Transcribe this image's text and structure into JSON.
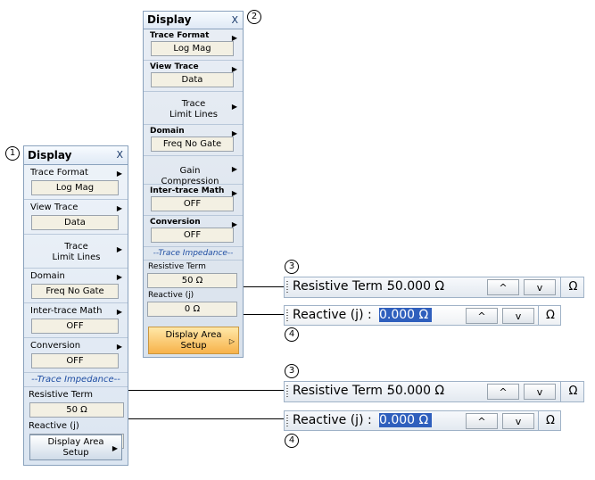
{
  "callouts": {
    "one": "1",
    "two": "2",
    "three_a": "3",
    "three_b": "3",
    "four_a": "4",
    "four_b": "4"
  },
  "panel_common": {
    "title": "Display",
    "close": "X",
    "trace_format_label": "Trace Format",
    "trace_format_value": "Log Mag",
    "view_trace_label": "View Trace",
    "view_trace_value": "Data",
    "trace_limit_lines_line1": "Trace",
    "trace_limit_lines_line2": "Limit Lines",
    "domain_label": "Domain",
    "domain_value": "Freq No Gate",
    "inter_trace_label": "Inter-trace Math",
    "inter_trace_value": "OFF",
    "conversion_label": "Conversion",
    "conversion_value": "OFF",
    "impedance_heading": "--Trace Impedance--",
    "resistive_label": "Resistive Term",
    "resistive_value": "50 Ω",
    "reactive_label": "Reactive (j)",
    "reactive_value": "0 Ω",
    "setup_line1": "Display Area",
    "setup_line2": "Setup"
  },
  "panel2_extra": {
    "gain_compression": "Gain Compression"
  },
  "arrows": {
    "right": "▶",
    "hollow_right": "▷"
  },
  "toolbars": {
    "resistive_label": "Resistive Term  :",
    "resistive_value": "50.000  Ω",
    "reactive_label": "Reactive (j)  :",
    "reactive_value": "0.000  Ω",
    "up": "^",
    "down": "v",
    "unit": "Ω"
  }
}
